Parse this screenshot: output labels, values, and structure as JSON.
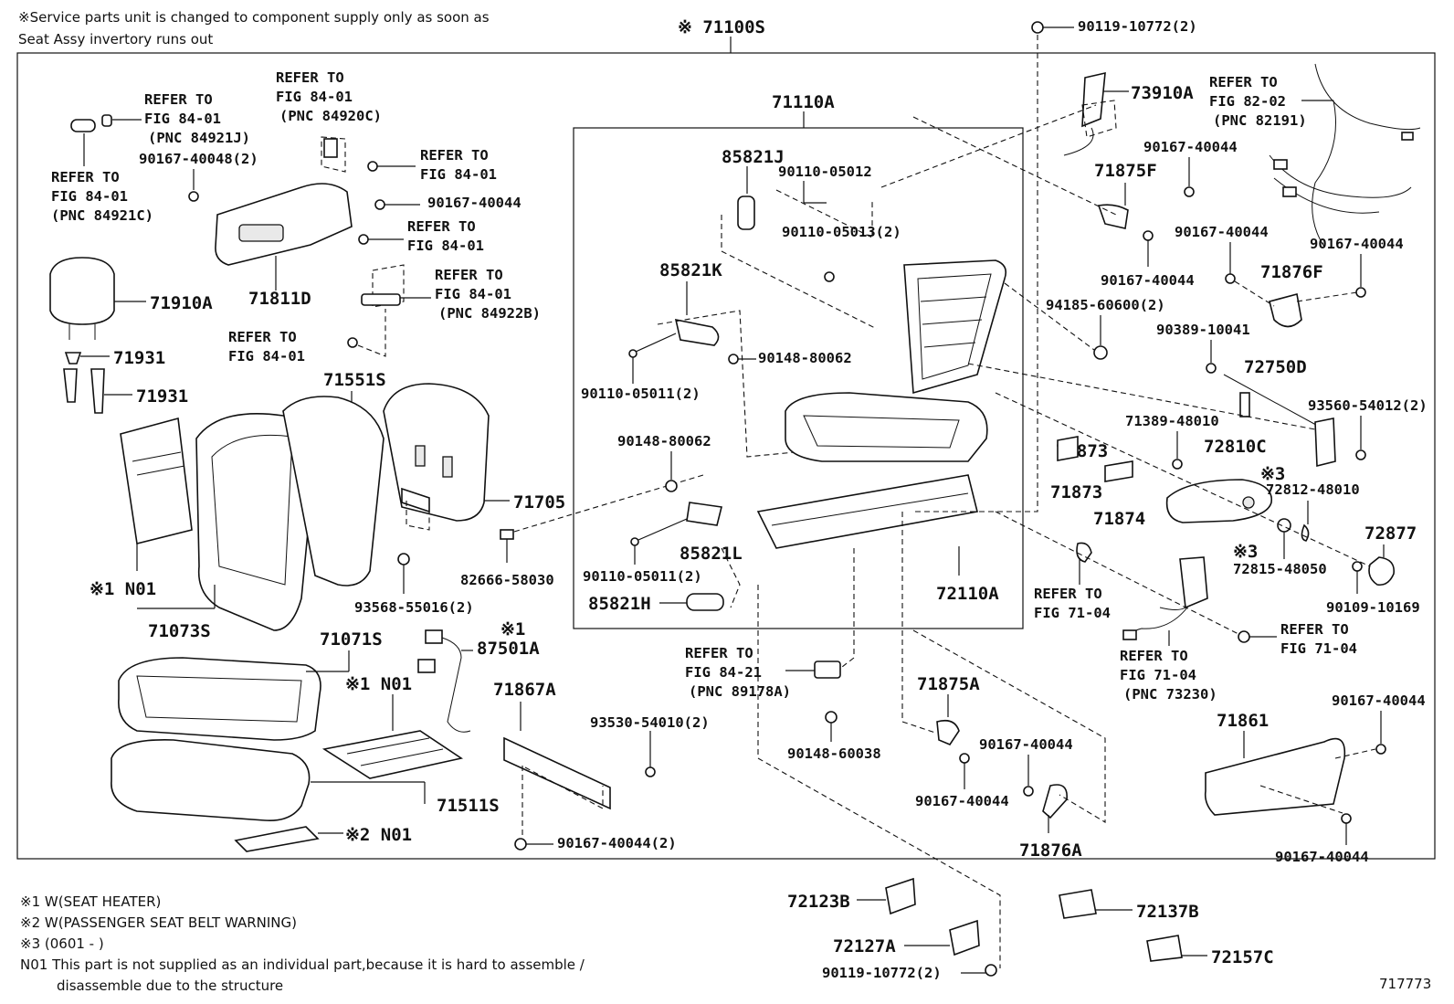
{
  "top_note": {
    "line1": "※Service parts unit is changed to component supply only as soon as",
    "line2": "Seat Assy invertory runs out"
  },
  "assembly_label": "※ 71100S",
  "sub_assembly_label": "71110A",
  "figure_number": "717773",
  "legend": [
    "※1 W(SEAT HEATER)",
    "※2 W(PASSENGER SEAT BELT WARNING)",
    "※3 (0601 -       )",
    "N01 This part is not supplied as an individual part,because it is hard to assemble /",
    "disassemble due to the structure"
  ],
  "labels": {
    "p90119_10772_top": "90119-10772(2)",
    "refer_84_01_a_1": "REFER TO",
    "refer_84_01_a_2": "FIG 84-01",
    "refer_84_01_a_3": "(PNC 84921J)",
    "refer_84_01_b_1": "REFER TO",
    "refer_84_01_b_2": "FIG 84-01",
    "refer_84_01_b_3": "(PNC 84920C)",
    "refer_84_01_c_1": "REFER TO",
    "refer_84_01_c_2": "FIG 84-01",
    "refer_84_01_c_3": "(PNC 84921C)",
    "refer_84_01_d_1": "REFER TO",
    "refer_84_01_d_2": "FIG 84-01",
    "refer_84_01_e_1": "REFER TO",
    "refer_84_01_e_2": "FIG 84-01",
    "refer_84_01_f_1": "REFER TO",
    "refer_84_01_f_2": "FIG 84-01",
    "refer_84_01_f_3": "(PNC 84922B)",
    "refer_84_01_g_1": "REFER TO",
    "refer_84_01_g_2": "FIG 84-01",
    "p90167_40048": "90167-40048(2)",
    "p90167_40044_a": "90167-40044",
    "p71811D": "71811D",
    "p71910A": "71910A",
    "p71931_a": "71931",
    "p71931_b": "71931",
    "p71551S": "71551S",
    "p71705": "71705",
    "p71073S": "71073S",
    "n01_a": "※1 N01",
    "p82666_58030": "82666-58030",
    "p93568_55016": "93568-55016(2)",
    "p71071S": "71071S",
    "p87501A_mark": "※1",
    "p87501A": "87501A",
    "n01_b": "※1 N01",
    "p71511S": "71511S",
    "n01_c": "※2 N01",
    "p71867A": "71867A",
    "p93530_54010": "93530-54010(2)",
    "p90167_40044_b": "90167-40044(2)",
    "p85821J": "85821J",
    "p90110_05012": "90110-05012",
    "p90110_05013": "90110-05013(2)",
    "p85821K": "85821K",
    "p90148_80062_a": "90148-80062",
    "p90110_05011_a": "90110-05011(2)",
    "p90148_80062_b": "90148-80062",
    "p85821L": "85821L",
    "p90110_05011_b": "90110-05011(2)",
    "p85821H": "85821H",
    "p72110A": "72110A",
    "refer_84_21_1": "REFER TO",
    "refer_84_21_2": "FIG 84-21",
    "refer_84_21_3": "(PNC 89178A)",
    "p90148_60038": "90148-60038",
    "p73910A": "73910A",
    "refer_82_02_1": "REFER TO",
    "refer_82_02_2": "FIG 82-02",
    "refer_82_02_3": "(PNC 82191)",
    "p90167_40044_c": "90167-40044",
    "p71875F": "71875F",
    "p90167_40044_d": "90167-40044",
    "p90167_40044_e": "90167-40044",
    "p90167_40044_f": "90167-40044",
    "p71876F": "71876F",
    "p94185_60600": "94185-60600(2)",
    "p90389_10041": "90389-10041",
    "p72750D": "72750D",
    "p93560_54012": "93560-54012(2)",
    "p71389_48010": "71389-48010",
    "p72810C": "72810C",
    "p71873": "71873",
    "p71874": "71874",
    "mark3_a": "※3",
    "p72812_48010": "72812-48010",
    "mark3_b": "※3",
    "p72815_48050": "72815-48050",
    "p72877": "72877",
    "p90109_10169": "90109-10169",
    "refer_71_04_a_1": "REFER TO",
    "refer_71_04_a_2": "FIG 71-04",
    "refer_71_04_b_1": "REFER TO",
    "refer_71_04_b_2": "FIG 71-04",
    "refer_71_04_c_1": "REFER TO",
    "refer_71_04_c_2": "FIG 71-04",
    "refer_71_04_c_3": "(PNC 73230)",
    "p71875A": "71875A",
    "p90167_40044_g": "90167-40044",
    "p90167_40044_h": "90167-40044",
    "p71876A": "71876A",
    "p71861": "71861",
    "p90167_40044_i": "90167-40044",
    "p90167_40044_j": "90167-40044",
    "p72123B": "72123B",
    "p72127A": "72127A",
    "p90119_10772_bottom": "90119-10772(2)",
    "p72137B": "72137B",
    "p72157C": "72157C"
  }
}
